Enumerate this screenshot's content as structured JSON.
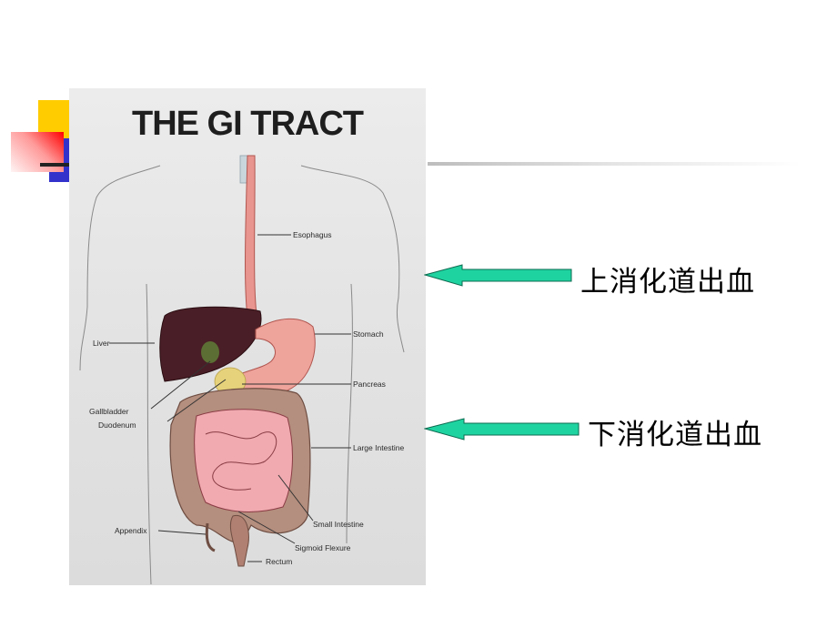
{
  "slide": {
    "background": "#ffffff",
    "accent_colors": {
      "yellow": "#ffcc00",
      "blue": "#3333cc",
      "red": "#ff0000",
      "arrow": "#1fd3a0"
    }
  },
  "figure": {
    "title": "THE GI TRACT",
    "labels": {
      "esophagus": "Esophagus",
      "stomach": "Stomach",
      "liver": "Liver",
      "pancreas": "Pancreas",
      "gallbladder": "Gallbladder",
      "duodenum": "Duodenum",
      "large_intestine": "Large Intestine",
      "small_intestine": "Small Intestine",
      "appendix": "Appendix",
      "sigmoid_flexure": "Sigmoid Flexure",
      "rectum": "Rectum"
    }
  },
  "callouts": [
    {
      "text": "上消化道出血",
      "icon": "arrow-left-icon"
    },
    {
      "text": "下消化道出血",
      "icon": "arrow-left-icon"
    }
  ]
}
